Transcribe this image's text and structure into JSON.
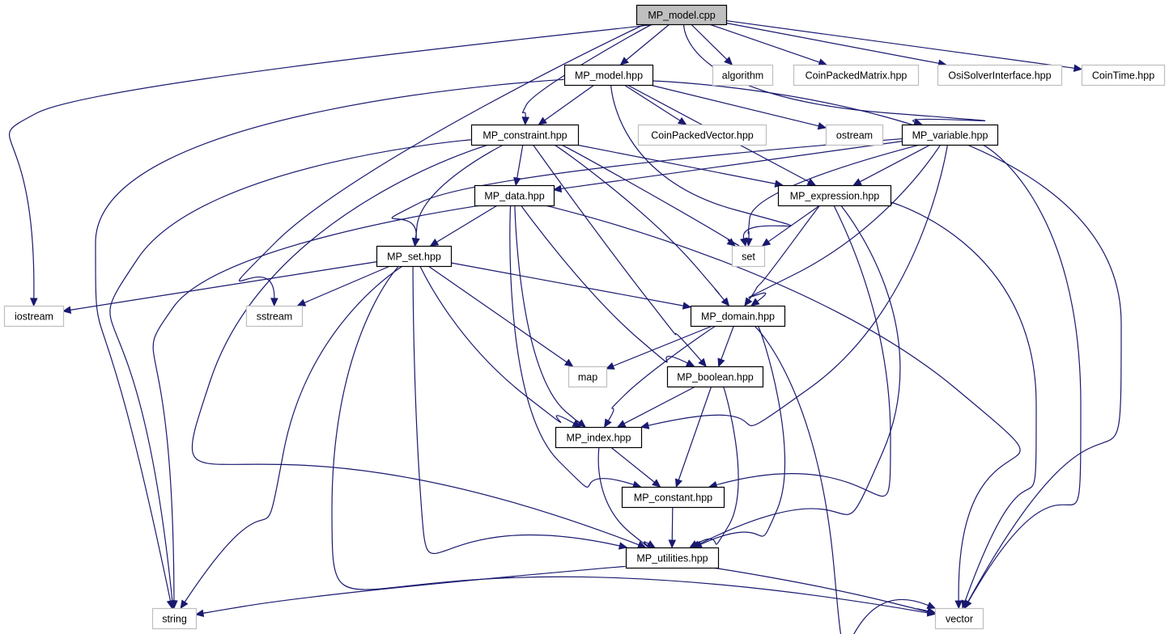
{
  "graph": {
    "nodes": {
      "model_cpp": {
        "label": "MP_model.cpp",
        "kind": "root"
      },
      "algorithm": {
        "label": "algorithm",
        "kind": "external"
      },
      "coinpackedmatrix": {
        "label": "CoinPackedMatrix.hpp",
        "kind": "external"
      },
      "osisolverinterface": {
        "label": "OsiSolverInterface.hpp",
        "kind": "external"
      },
      "cointime": {
        "label": "CoinTime.hpp",
        "kind": "external"
      },
      "model_hpp": {
        "label": "MP_model.hpp",
        "kind": "header"
      },
      "constraint": {
        "label": "MP_constraint.hpp",
        "kind": "header"
      },
      "coinpackedvector": {
        "label": "CoinPackedVector.hpp",
        "kind": "external"
      },
      "ostream": {
        "label": "ostream",
        "kind": "external"
      },
      "variable": {
        "label": "MP_variable.hpp",
        "kind": "header"
      },
      "data": {
        "label": "MP_data.hpp",
        "kind": "header"
      },
      "expression": {
        "label": "MP_expression.hpp",
        "kind": "header"
      },
      "set_hpp": {
        "label": "MP_set.hpp",
        "kind": "header"
      },
      "set_std": {
        "label": "set",
        "kind": "external"
      },
      "iostream": {
        "label": "iostream",
        "kind": "external"
      },
      "sstream": {
        "label": "sstream",
        "kind": "external"
      },
      "domain": {
        "label": "MP_domain.hpp",
        "kind": "header"
      },
      "map": {
        "label": "map",
        "kind": "external"
      },
      "boolean": {
        "label": "MP_boolean.hpp",
        "kind": "header"
      },
      "index": {
        "label": "MP_index.hpp",
        "kind": "header"
      },
      "constant": {
        "label": "MP_constant.hpp",
        "kind": "header"
      },
      "utilities": {
        "label": "MP_utilities.hpp",
        "kind": "header"
      },
      "string": {
        "label": "string",
        "kind": "external"
      },
      "vector": {
        "label": "vector",
        "kind": "external"
      }
    },
    "edges": [
      [
        "model_cpp",
        "iostream"
      ],
      [
        "model_cpp",
        "sstream"
      ],
      [
        "model_cpp",
        "constraint"
      ],
      [
        "model_cpp",
        "model_hpp"
      ],
      [
        "model_cpp",
        "variable"
      ],
      [
        "model_cpp",
        "algorithm"
      ],
      [
        "model_cpp",
        "coinpackedmatrix"
      ],
      [
        "model_cpp",
        "osisolverinterface"
      ],
      [
        "model_cpp",
        "cointime"
      ],
      [
        "model_hpp",
        "string"
      ],
      [
        "model_hpp",
        "constraint"
      ],
      [
        "model_hpp",
        "set_std"
      ],
      [
        "model_hpp",
        "coinpackedvector"
      ],
      [
        "model_hpp",
        "ostream"
      ],
      [
        "model_hpp",
        "expression"
      ],
      [
        "model_hpp",
        "vector"
      ],
      [
        "constraint",
        "string"
      ],
      [
        "constraint",
        "utilities"
      ],
      [
        "constraint",
        "set_hpp"
      ],
      [
        "constraint",
        "data"
      ],
      [
        "constraint",
        "boolean"
      ],
      [
        "constraint",
        "domain"
      ],
      [
        "constraint",
        "set_std"
      ],
      [
        "constraint",
        "expression"
      ],
      [
        "variable",
        "data"
      ],
      [
        "variable",
        "set_hpp"
      ],
      [
        "variable",
        "set_std"
      ],
      [
        "variable",
        "expression"
      ],
      [
        "variable",
        "domain"
      ],
      [
        "variable",
        "index"
      ],
      [
        "variable",
        "vector"
      ],
      [
        "data",
        "string"
      ],
      [
        "data",
        "set_hpp"
      ],
      [
        "data",
        "constant"
      ],
      [
        "data",
        "index"
      ],
      [
        "data",
        "boolean"
      ],
      [
        "data",
        "vector"
      ],
      [
        "expression",
        "set_std"
      ],
      [
        "expression",
        "domain"
      ],
      [
        "expression",
        "constant"
      ],
      [
        "expression",
        "utilities"
      ],
      [
        "expression",
        "vector"
      ],
      [
        "set_hpp",
        "iostream"
      ],
      [
        "set_hpp",
        "sstream"
      ],
      [
        "set_hpp",
        "string"
      ],
      [
        "set_hpp",
        "map"
      ],
      [
        "set_hpp",
        "domain"
      ],
      [
        "set_hpp",
        "index"
      ],
      [
        "set_hpp",
        "utilities"
      ],
      [
        "set_hpp",
        "vector"
      ],
      [
        "domain",
        "map"
      ],
      [
        "domain",
        "boolean"
      ],
      [
        "domain",
        "index"
      ],
      [
        "domain",
        "utilities"
      ],
      [
        "domain",
        "vector"
      ],
      [
        "boolean",
        "index"
      ],
      [
        "boolean",
        "constant"
      ],
      [
        "boolean",
        "utilities"
      ],
      [
        "index",
        "constant"
      ],
      [
        "index",
        "utilities"
      ],
      [
        "constant",
        "utilities"
      ],
      [
        "utilities",
        "string"
      ],
      [
        "utilities",
        "vector"
      ]
    ]
  }
}
